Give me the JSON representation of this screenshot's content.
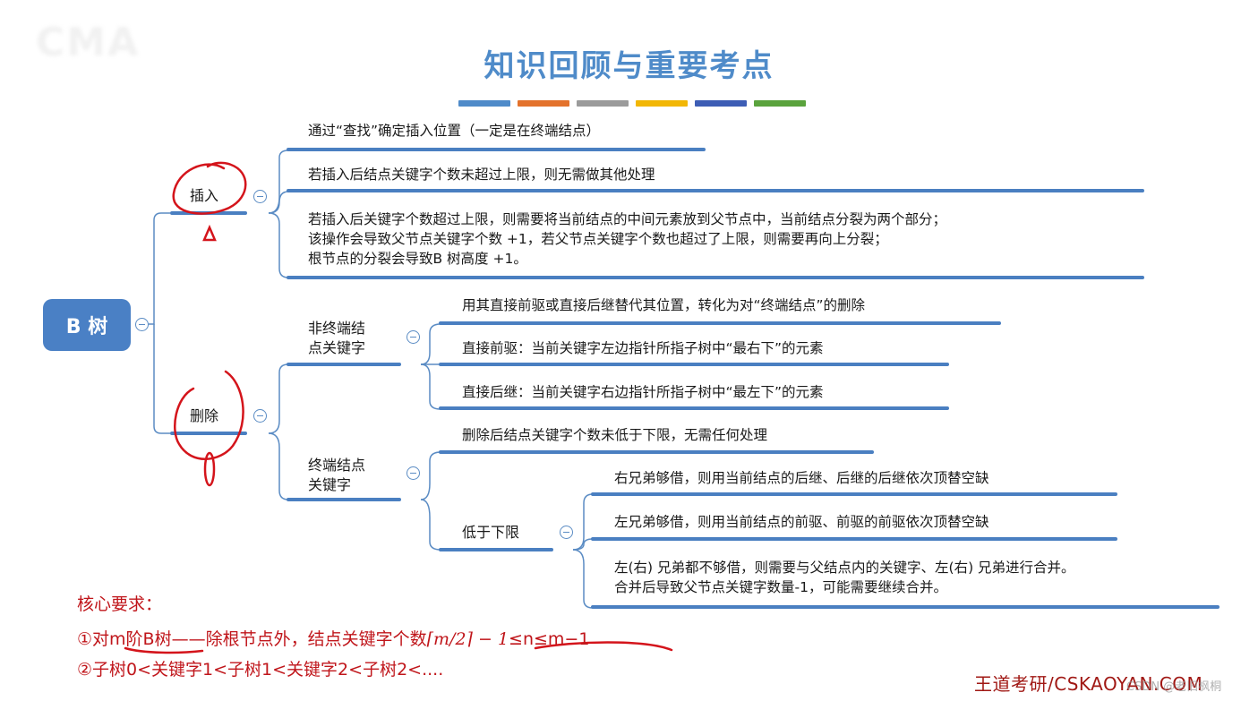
{
  "title": "知识回顾与重要考点",
  "title_bar_colors": [
    "#4f8bc9",
    "#e3722c",
    "#9b9b9b",
    "#f2b705",
    "#3d5db5",
    "#5aa33d"
  ],
  "colors": {
    "root_fill": "#4a80c5",
    "branch_line": "#4a7fc1",
    "connector": "#5b8cc4",
    "annotation_red": "#d4141b",
    "note_text": "#c0161b"
  },
  "mindmap": {
    "root": {
      "label": "B 树"
    },
    "branches": [
      {
        "label": "插入",
        "children": [
          {
            "text": "通过“查找”确定插入位置（一定是在终端结点）"
          },
          {
            "text": "若插入后结点关键字个数未超过上限，则无需做其他处理"
          },
          {
            "lines": [
              "若插入后关键字个数超过上限，则需要将当前结点的中间元素放到父节点中，当前结点分裂为两个部分；",
              "该操作会导致父节点关键字个数 +1，若父节点关键字个数也超过了上限，则需要再向上分裂；",
              "根节点的分裂会导致B 树高度 +1。"
            ]
          }
        ]
      },
      {
        "label": "删除",
        "children": [
          {
            "label_lines": [
              "非终端结",
              "点关键字"
            ],
            "children": [
              {
                "text": "用其直接前驱或直接后继替代其位置，转化为对“终端结点”的删除"
              },
              {
                "text": "直接前驱：当前关键字左边指针所指子树中“最右下”的元素"
              },
              {
                "text": "直接后继：当前关键字右边指针所指子树中“最左下”的元素"
              }
            ]
          },
          {
            "label_lines": [
              "终端结点",
              "关键字"
            ],
            "children": [
              {
                "text": "删除后结点关键字个数未低于下限，无需任何处理"
              },
              {
                "label": "低于下限",
                "children": [
                  {
                    "text": "右兄弟够借，则用当前结点的后继、后继的后继依次顶替空缺"
                  },
                  {
                    "text": "左兄弟够借，则用当前结点的前驱、前驱的前驱依次顶替空缺"
                  },
                  {
                    "lines": [
                      "左(右) 兄弟都不够借，则需要与父结点内的关键字、左(右) 兄弟进行合并。",
                      "合并后导致父节点关键字数量-1，可能需要继续合并。"
                    ]
                  }
                ]
              }
            ]
          }
        ]
      }
    ]
  },
  "annotations": {
    "insert_mark": "Δ",
    "delete_mark": "0"
  },
  "notes": {
    "heading": "核心要求：",
    "line1_prefix": "①对",
    "line1_order": "m阶B树",
    "line1_mid": "——除根节点外，结点关键字个数",
    "line1_formula": "⌈m/2⌉ − 1",
    "line1_suffix": "≤n≤m−1",
    "line2": "②子树0<关键字1<子树1<关键字2<子树2<...."
  },
  "footer": {
    "brand": "王道考研/CSKAOYAN.COM",
    "overlay_watermark": "CSDN @老旧枫桐"
  },
  "faded_logo": "CMA"
}
